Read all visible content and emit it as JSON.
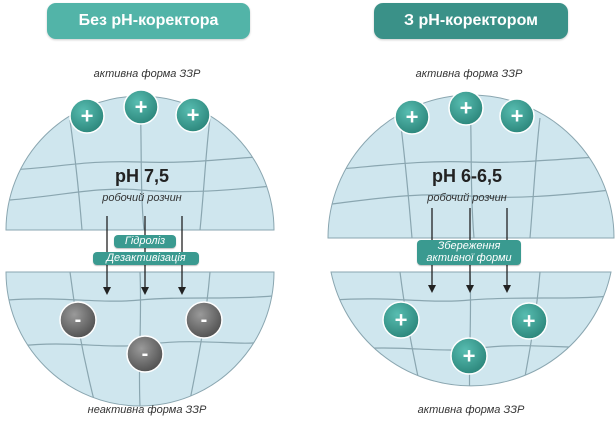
{
  "colors": {
    "teal": "#3a9a90",
    "title_left": "#52b4a8",
    "title_right": "#3a9188",
    "sphere_fill": "#cfe6ee",
    "sphere_line": "#8aa6b0",
    "ion_grey": "#6e6e6e",
    "arrow": "#222222"
  },
  "left": {
    "title": "Без pH-коректора",
    "top_caption": "активна форма ЗЗР",
    "ph_value": "pH 7,5",
    "ph_sub": "робочий розчин",
    "tag_1": "Гідроліз",
    "tag_2": "Дезактивізація",
    "bottom_caption": "неактивна форма ЗЗР",
    "top_ion_sign": "+",
    "bottom_ion_sign": "-"
  },
  "right": {
    "title": "З pH-коректором",
    "top_caption": "активна форма ЗЗР",
    "ph_value": "pH 6-6,5",
    "ph_sub": "робочий розчин",
    "tag_line_1": "Збереження",
    "tag_line_2": "активної форми",
    "bottom_caption": "активна форма ЗЗР",
    "top_ion_sign": "+",
    "bottom_ion_sign": "+"
  }
}
